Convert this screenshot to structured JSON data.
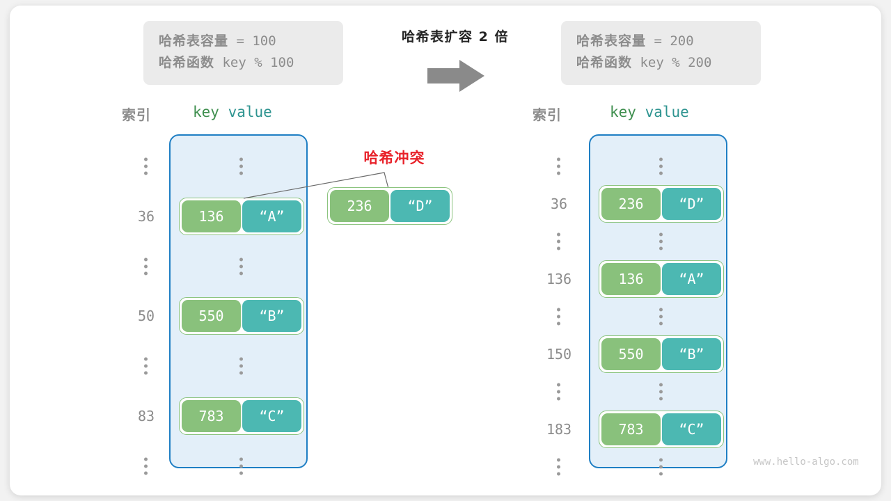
{
  "left_info": {
    "line1_label": "哈希表容量",
    "line1_value": " = 100",
    "line2_label": "哈希函数",
    "line2_value": " key % 100"
  },
  "right_info": {
    "line1_label": "哈希表容量",
    "line1_value": " = 200",
    "line2_label": "哈希函数",
    "line2_value": " key % 200"
  },
  "center": {
    "title": "哈希表扩容 2 倍",
    "arrow_icon": "right-arrow-icon"
  },
  "left_table": {
    "header_index": "索引",
    "header_key": "key",
    "header_value": " value",
    "rows": [
      {
        "index": "⋮",
        "type": "ellipsis"
      },
      {
        "index": "36",
        "type": "pair",
        "key": "136",
        "value": "“A”"
      },
      {
        "index": "⋮",
        "type": "ellipsis"
      },
      {
        "index": "50",
        "type": "pair",
        "key": "550",
        "value": "“B”"
      },
      {
        "index": "⋮",
        "type": "ellipsis"
      },
      {
        "index": "83",
        "type": "pair",
        "key": "783",
        "value": "“C”"
      },
      {
        "index": "⋮",
        "type": "ellipsis"
      }
    ]
  },
  "right_table": {
    "header_index": "索引",
    "header_key": "key",
    "header_value": " value",
    "rows": [
      {
        "index": "⋮",
        "type": "ellipsis"
      },
      {
        "index": "36",
        "type": "pair",
        "key": "236",
        "value": "“D”"
      },
      {
        "index": "⋮",
        "type": "ellipsis"
      },
      {
        "index": "136",
        "type": "pair",
        "key": "136",
        "value": "“A”"
      },
      {
        "index": "⋮",
        "type": "ellipsis"
      },
      {
        "index": "150",
        "type": "pair",
        "key": "550",
        "value": "“B”"
      },
      {
        "index": "⋮",
        "type": "ellipsis"
      },
      {
        "index": "183",
        "type": "pair",
        "key": "783",
        "value": "“C”"
      },
      {
        "index": "⋮",
        "type": "ellipsis"
      }
    ]
  },
  "collision": {
    "label": "哈希冲突",
    "floating_pair": {
      "key": "236",
      "value": "“D”"
    }
  },
  "watermark": "www.hello-algo.com",
  "colors": {
    "bucket_fill": "#e3eff9",
    "bucket_border": "#1f7fc4",
    "key_box": "#89c17c",
    "value_box": "#4cb8b2",
    "pair_border": "#8cc47f",
    "collision_red": "#e8222a",
    "info_box": "#ebebeb",
    "text_gray": "#8c8c8c",
    "arrow_gray": "#8a8a8a",
    "header_key_green": "#3f8f4f",
    "header_value_teal": "#2e9490"
  }
}
